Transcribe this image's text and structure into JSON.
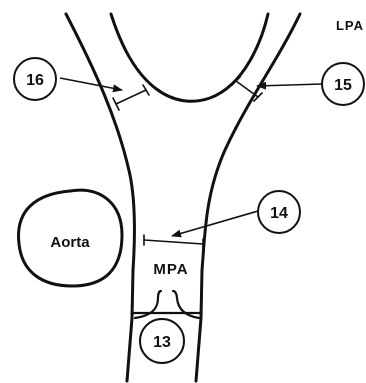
{
  "labels": {
    "lpa": "LPA",
    "aorta": "Aorta",
    "mpa": "MPA"
  },
  "callouts": {
    "c13": "13",
    "c14": "14",
    "c15": "15",
    "c16": "16"
  },
  "colors": {
    "stroke": "#111111",
    "background": "#ffffff"
  }
}
